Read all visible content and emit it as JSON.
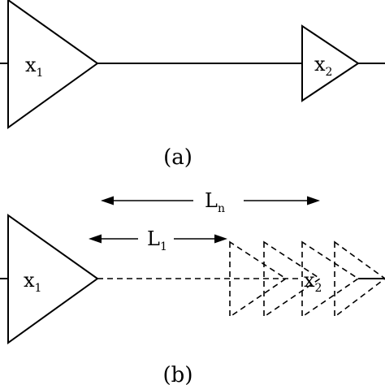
{
  "panel_a": {
    "amp1": {
      "label": "x",
      "sub": "1"
    },
    "amp2": {
      "label": "x",
      "sub": "2"
    },
    "caption": "(a)"
  },
  "panel_b": {
    "amp1": {
      "label": "x",
      "sub": "1"
    },
    "amp2": {
      "label": "x",
      "sub": "2"
    },
    "dim_Ln": {
      "label": "L",
      "sub": "n"
    },
    "dim_L1": {
      "label": "L",
      "sub": "1"
    },
    "caption": "(b)"
  },
  "colors": {
    "stroke": "#000000",
    "background": "#ffffff"
  }
}
